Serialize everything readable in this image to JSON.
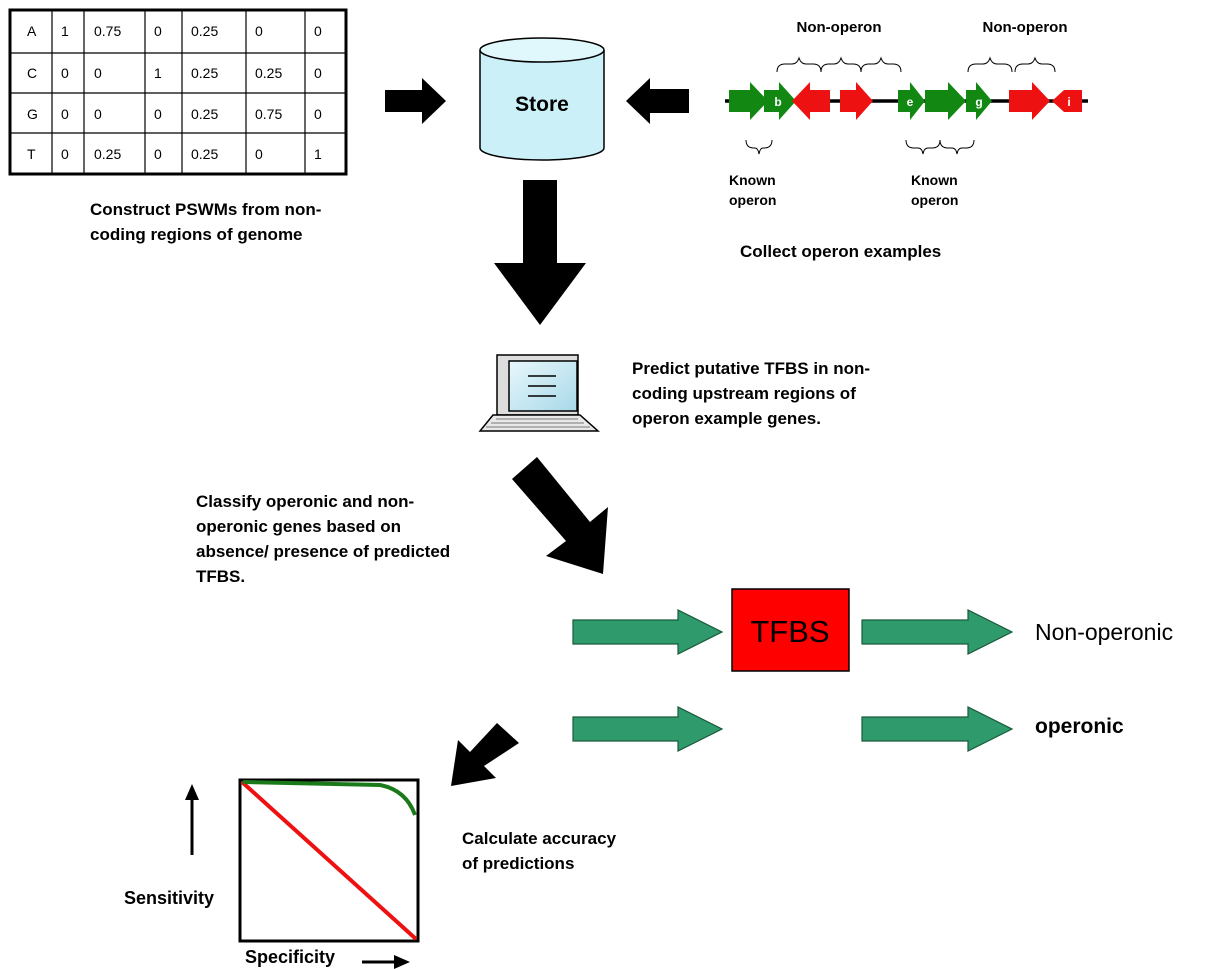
{
  "pswm_table": {
    "rows": [
      [
        "A",
        "1",
        "0.75",
        "0",
        "0.25",
        "0",
        "0"
      ],
      [
        "C",
        "0",
        "0",
        "1",
        "0.25",
        "0.25",
        "0"
      ],
      [
        "G",
        "0",
        "0",
        "0",
        "0.25",
        "0.75",
        "0"
      ],
      [
        "T",
        "0",
        "0.25",
        "0",
        "0.25",
        "0",
        "1"
      ]
    ]
  },
  "labels": {
    "construct_line1": "Construct PSWMs from non-",
    "construct_line2": "coding regions of genome",
    "store": "Store",
    "collect": "Collect operon examples",
    "non_operon_1": "Non-operon",
    "non_operon_2": "Non-operon",
    "known_1_line1": "Known",
    "known_1_line2": "operon",
    "known_2_line1": "Known",
    "known_2_line2": "operon",
    "predict_line1": "Predict putative TFBS in non-",
    "predict_line2": "coding upstream regions of",
    "predict_line3": "operon example genes.",
    "classify_line1": "Classify operonic and non-",
    "classify_line2": "operonic genes based on",
    "classify_line3": "absence/ presence of predicted",
    "classify_line4": "TFBS.",
    "tfbs": "TFBS",
    "non_operonic": "Non-operonic",
    "operonic": "operonic",
    "calc_line1": "Calculate accuracy",
    "calc_line2": "of predictions",
    "sensitivity": "Sensitivity",
    "specificity": "Specificity"
  },
  "genes": {
    "b": "b",
    "e": "e",
    "g": "g",
    "i": "i"
  },
  "colors": {
    "gene_green": "#128812",
    "gene_red": "#ee1111",
    "flow_arrow": "#2f9a6c",
    "store_fill": "#ccf0f8",
    "tfbs_box": "#ff0000",
    "roc_curve": "#1a7a1a",
    "roc_diagonal": "#ee1111"
  }
}
